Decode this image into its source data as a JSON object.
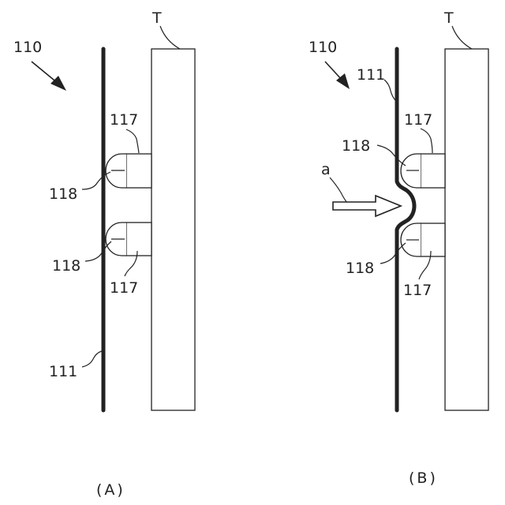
{
  "colors": {
    "stroke": "#222222",
    "background": "#ffffff"
  },
  "panel_a": {
    "caption": "(A)",
    "assembly_label": "110",
    "wall_label": "T",
    "sheet_label": "111",
    "upper_bump_label": "118",
    "upper_block_label": "117",
    "lower_bump_label": "118",
    "lower_block_label": "117"
  },
  "panel_b": {
    "caption": "(B)",
    "assembly_label": "110",
    "wall_label": "T",
    "sheet_label": "111",
    "upper_bump_label": "118",
    "upper_block_label": "117",
    "lower_bump_label": "118",
    "lower_block_label": "117",
    "force_label": "a"
  }
}
